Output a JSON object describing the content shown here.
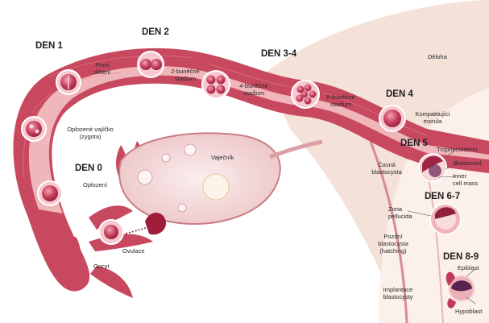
{
  "days": {
    "d1": "DEN 1",
    "d2": "DEN 2",
    "d34": "DEN 3-4",
    "d4": "DEN 4",
    "d0": "DEN 0",
    "d5": "DEN 5",
    "d67": "DEN 6-7",
    "d89": "DEN 8-9"
  },
  "labels": {
    "deloha": "Děloha",
    "prvni_deleni_1": "První",
    "prvni_deleni_2": "dělení",
    "dvou_1": "2-buněčné",
    "dvou_2": "stadium",
    "ctyr_1": "4-buněčné",
    "ctyr_2": "stadium",
    "osmi_1": "8-buněčné",
    "osmi_2": "stadium",
    "kompakt_1": "Kompaktující",
    "kompakt_2": "morula",
    "zygota_1": "Oplozené vajíčko",
    "zygota_2": "(zygota)",
    "vajecnik": "Vaječník",
    "oplozeni": "Oplození",
    "ovulace": "Ovulace",
    "oocyt": "Oocyt",
    "casna_1": "Časná",
    "casna_2": "blastocysta",
    "trophecto": "Trophectoderm",
    "blastocoel": "Blastocoel",
    "icm_1": "Inner",
    "icm_2": "cell mass",
    "zona_1": "Zona",
    "zona_2": "pellucida",
    "pozdni_1": "Pozdní",
    "pozdni_2": "blastocysta",
    "pozdni_3": "(hatching)",
    "implant_1": "Implantace",
    "implant_2": "blastocysty",
    "epiblast": "Epiblast",
    "hypoblast": "Hypoblast"
  },
  "colors": {
    "tube": "#c0455a",
    "tube_light": "#e7a4a8",
    "lumen": "#f6dcd4",
    "uterus": "#f3ddd3",
    "cell": "#b52e4d",
    "ovary": "#f6dfe0"
  }
}
